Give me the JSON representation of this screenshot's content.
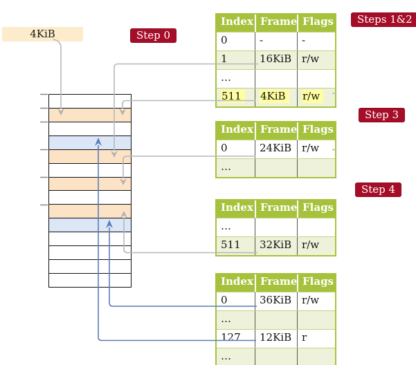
{
  "frame_box": {
    "label": "4KiB"
  },
  "steps": {
    "step0": "Step 0",
    "steps12": "Steps 1&2",
    "step3": "Step 3",
    "step4": "Step 4"
  },
  "memory": {
    "description": "physical memory frames, 4KiB per row, top row = 0KiB",
    "rows": [
      "plain",
      "table",
      "plain",
      "data",
      "table",
      "plain",
      "table",
      "plain",
      "table",
      "data",
      "plain",
      "plain",
      "plain",
      "plain"
    ]
  },
  "tables": [
    {
      "id": "page-table-root",
      "headers": [
        "Index",
        "Frame",
        "Flags"
      ],
      "rows": [
        {
          "cells": [
            "0",
            "-",
            "-"
          ],
          "shade": false,
          "highlight": false
        },
        {
          "cells": [
            "1",
            "16KiB",
            "r/w"
          ],
          "shade": true,
          "highlight": false
        },
        {
          "cells": [
            "…",
            "",
            ""
          ],
          "shade": false,
          "highlight": false
        },
        {
          "cells": [
            "511",
            "4KiB",
            "r/w"
          ],
          "shade": true,
          "highlight": true
        }
      ]
    },
    {
      "id": "page-table-step3",
      "headers": [
        "Index",
        "Frame",
        "Flags"
      ],
      "rows": [
        {
          "cells": [
            "0",
            "24KiB",
            "r/w"
          ],
          "shade": false,
          "highlight": false
        },
        {
          "cells": [
            "…",
            "",
            ""
          ],
          "shade": true,
          "highlight": false
        }
      ]
    },
    {
      "id": "page-table-step4",
      "headers": [
        "Index",
        "Frame",
        "Flags"
      ],
      "rows": [
        {
          "cells": [
            "…",
            "",
            ""
          ],
          "shade": false,
          "highlight": false
        },
        {
          "cells": [
            "511",
            "32KiB",
            "r/w"
          ],
          "shade": true,
          "highlight": false
        }
      ]
    },
    {
      "id": "page-table-leaf",
      "headers": [
        "Index",
        "Frame",
        "Flags"
      ],
      "rows": [
        {
          "cells": [
            "0",
            "36KiB",
            "r/w"
          ],
          "shade": false,
          "highlight": false
        },
        {
          "cells": [
            "…",
            "",
            ""
          ],
          "shade": true,
          "highlight": false
        },
        {
          "cells": [
            "127",
            "12KiB",
            "r"
          ],
          "shade": false,
          "highlight": false
        },
        {
          "cells": [
            "…",
            "",
            ""
          ],
          "shade": true,
          "highlight": false
        }
      ]
    }
  ],
  "connections": [
    {
      "from": "frame-box-4KiB",
      "to": "memory-frame-4KiB",
      "color": "gray"
    },
    {
      "from": "root-table-row-1-frame-16KiB",
      "to": "memory-frame-16KiB",
      "color": "gray"
    },
    {
      "from": "root-table-row-511-frame-4KiB",
      "to": "memory-frame-4KiB",
      "color": "gray"
    },
    {
      "from": "step3-table-row-0-frame-24KiB",
      "to": "memory-frame-24KiB",
      "color": "gray"
    },
    {
      "from": "step4-table-row-511-frame-32KiB",
      "to": "memory-frame-32KiB",
      "color": "gray"
    },
    {
      "from": "leaf-table-row-0-frame-36KiB",
      "to": "memory-frame-36KiB",
      "color": "blue"
    },
    {
      "from": "leaf-table-row-127-frame-12KiB",
      "to": "memory-frame-12KiB",
      "color": "blue"
    }
  ],
  "palette": {
    "step_label_bg": "#a60d28",
    "table_header_bg": "#a6c23c",
    "table_row_alt_bg": "#eef2da",
    "highlight_bg": "#ffffa0",
    "memory_pagetable_frame": "#fde3c6",
    "memory_data_frame": "#dbe7f7",
    "frame_box_bg": "#fceccb",
    "gray_connector": "#b5b7b9",
    "blue_connector": "#5b7db5"
  }
}
